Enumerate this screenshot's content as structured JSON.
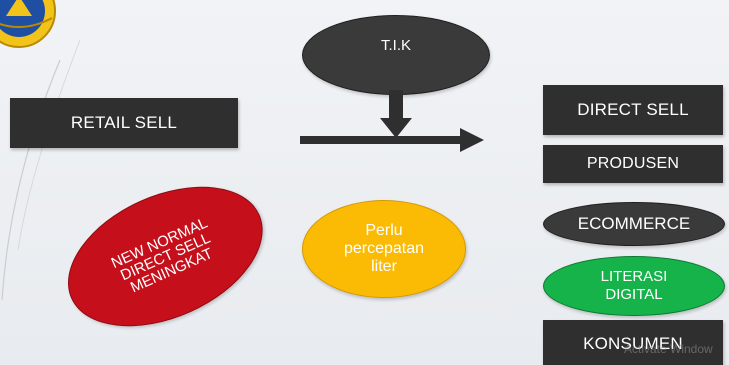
{
  "diagram": {
    "nodes": {
      "tik": "T.I.K",
      "retail_sell": "RETAIL SELL",
      "direct_sell": "DIRECT SELL",
      "produsen": "PRODUSEN",
      "ecommerce": "ECOMMERCE",
      "literasi": [
        "LITERASI",
        "DIGITAL"
      ],
      "konsumen": "KONSUMEN",
      "new_normal": [
        "NEW NORMAL",
        "DIRECT SELL",
        "MENINGKAT"
      ],
      "perlu": [
        "Perlu",
        "percepatan",
        "liter"
      ]
    },
    "edges": [
      {
        "from": "tik",
        "to": "main-arrow",
        "direction": "down"
      },
      {
        "from": "retail_sell",
        "to": "direct_sell",
        "direction": "right"
      }
    ]
  },
  "colors": {
    "dark": "#2f2f2f",
    "red": "#c5101c",
    "yellow": "#fbbb04",
    "green": "#15b34a"
  },
  "watermark": "Activate Window"
}
